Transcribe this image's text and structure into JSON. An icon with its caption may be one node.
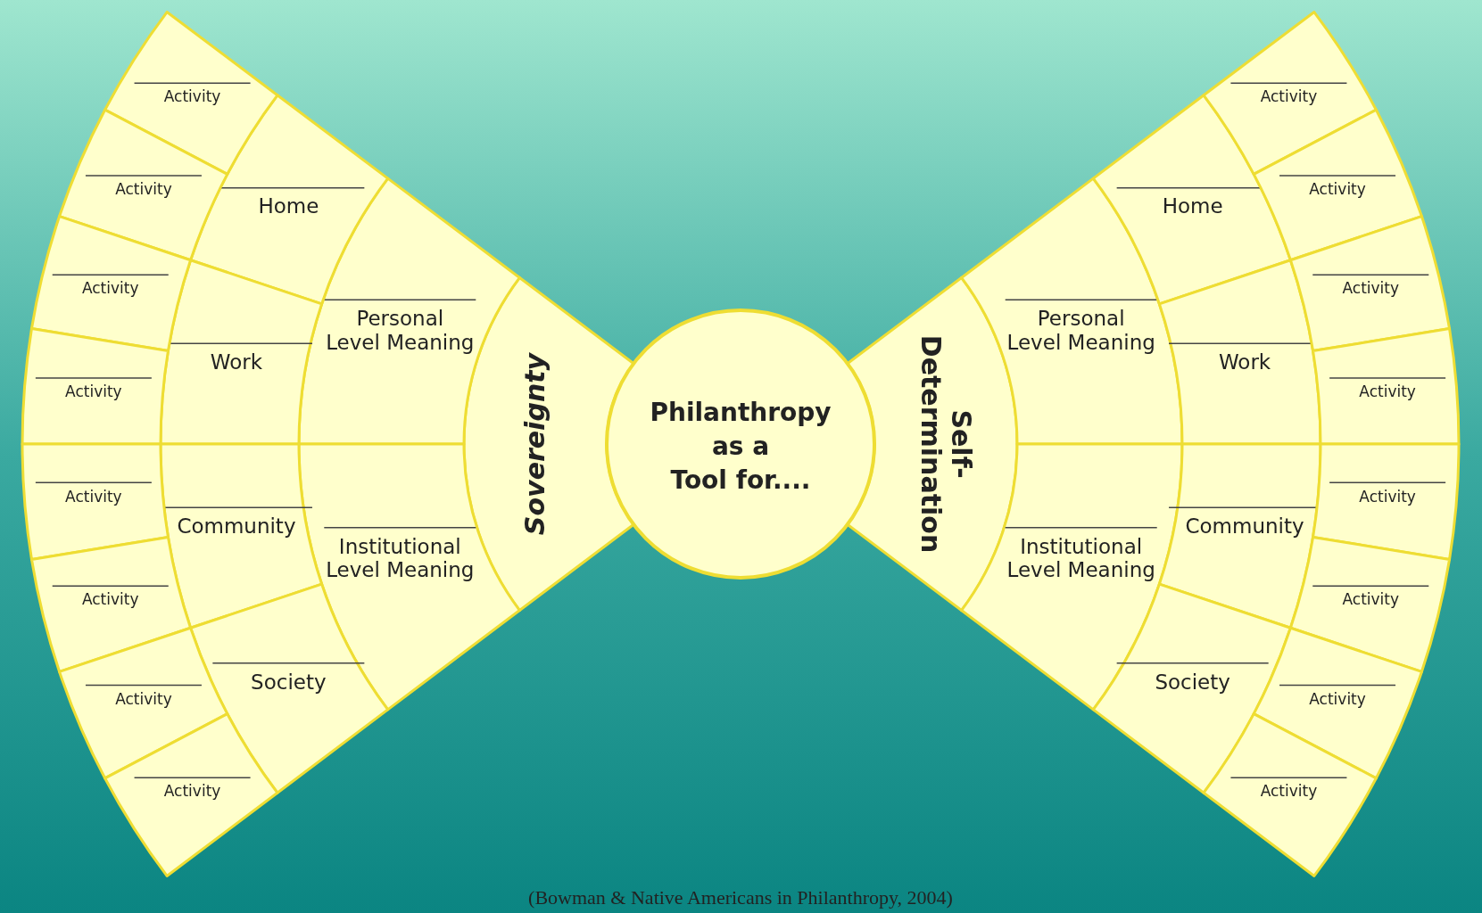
{
  "diagram": {
    "caption": "(Bowman & Native Americans in Philanthropy, 2004)",
    "nodes": [
      {
        "text": [
          "Philanthropy as a Tool for...."
        ]
      },
      {
        "text": [
          "Sovereignty"
        ]
      },
      {
        "text": [
          "Personal Level Meaning"
        ]
      },
      {
        "text": [
          "Institutional Level Meaning"
        ]
      },
      {
        "text": [
          "Home"
        ]
      },
      {
        "text": [
          "Work"
        ]
      },
      {
        "text": [
          "Community"
        ]
      },
      {
        "text": [
          "Society"
        ]
      },
      {
        "text": [
          "Activity"
        ]
      },
      {
        "text": [
          "Activity"
        ]
      },
      {
        "text": [
          "Activity"
        ]
      },
      {
        "text": [
          "Activity"
        ]
      },
      {
        "text": [
          "Activity"
        ]
      },
      {
        "text": [
          "Activity"
        ]
      },
      {
        "text": [
          "Activity"
        ]
      },
      {
        "text": [
          "Activity"
        ]
      },
      {
        "text": [
          "Self-Determination"
        ]
      },
      {
        "text": [
          "Personal Level Meaning"
        ]
      },
      {
        "text": [
          "Institutional Level Meaning"
        ]
      },
      {
        "text": [
          "Home"
        ]
      },
      {
        "text": [
          "Work"
        ]
      },
      {
        "text": [
          "Community"
        ]
      },
      {
        "text": [
          "Society"
        ]
      },
      {
        "text": [
          "Activity"
        ]
      },
      {
        "text": [
          "Activity"
        ]
      },
      {
        "text": [
          "Activity"
        ]
      },
      {
        "text": [
          "Activity"
        ]
      },
      {
        "text": [
          "Activity"
        ]
      },
      {
        "text": [
          "Activity"
        ]
      },
      {
        "text": [
          "Activity"
        ]
      },
      {
        "text": [
          "Activity"
        ]
      }
    ]
  }
}
